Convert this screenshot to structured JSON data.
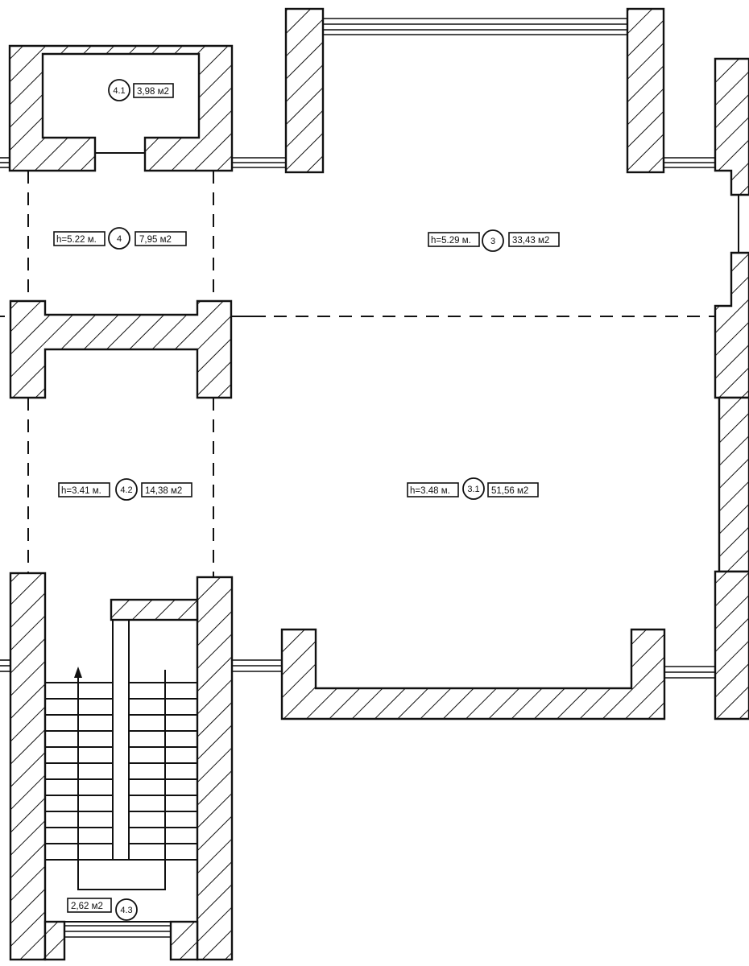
{
  "colors": {
    "line": "#111111",
    "background": "#ffffff",
    "hatch": "#111111"
  },
  "rooms": [
    {
      "id": "4.1",
      "area": "3,98 м2",
      "height": ""
    },
    {
      "id": "4",
      "area": "7,95 м2",
      "height": "h=5.22 м."
    },
    {
      "id": "3",
      "area": "33,43 м2",
      "height": "h=5.29 м."
    },
    {
      "id": "4.2",
      "area": "14,38 м2",
      "height": "h=3.41 м."
    },
    {
      "id": "3.1",
      "area": "51,56 м2",
      "height": "h=3.48 м."
    },
    {
      "id": "4.3",
      "area": "2,62 м2",
      "height": ""
    }
  ]
}
